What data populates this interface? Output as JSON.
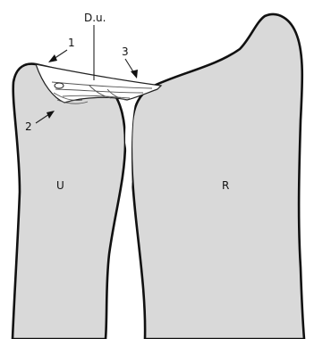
{
  "labels": {
    "top": "D.u.",
    "one": "1",
    "two": "2",
    "three": "3",
    "ulna": "U",
    "radius": "R"
  },
  "colors": {
    "bone_fill": "#d9d9d9",
    "outline": "#111111",
    "background": "#ffffff"
  }
}
